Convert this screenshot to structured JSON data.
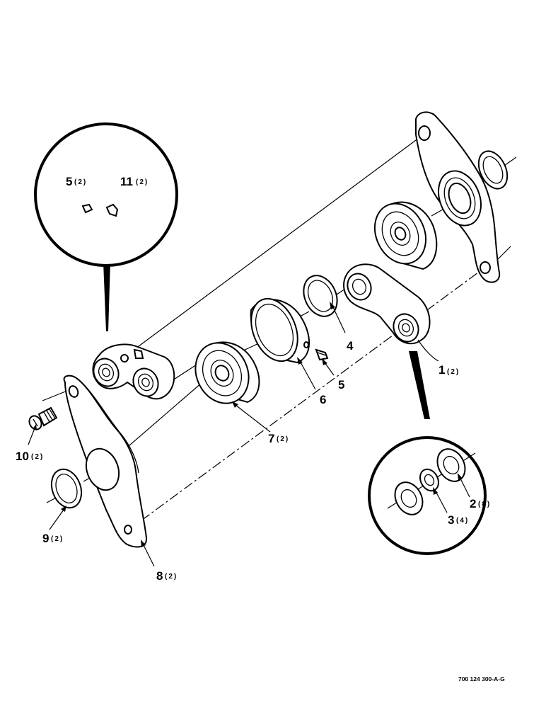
{
  "diagram": {
    "callouts": [
      {
        "id": "c1",
        "number": "1",
        "qty": "(2)"
      },
      {
        "id": "c2",
        "number": "2",
        "qty": "(8)"
      },
      {
        "id": "c3",
        "number": "3",
        "qty": "(4)"
      },
      {
        "id": "c4",
        "number": "4",
        "qty": ""
      },
      {
        "id": "c5a",
        "number": "5",
        "qty": "(2)"
      },
      {
        "id": "c5b",
        "number": "5",
        "qty": ""
      },
      {
        "id": "c6",
        "number": "6",
        "qty": ""
      },
      {
        "id": "c7",
        "number": "7",
        "qty": "(2)"
      },
      {
        "id": "c8",
        "number": "8",
        "qty": "(2)"
      },
      {
        "id": "c9",
        "number": "9",
        "qty": "(2)"
      },
      {
        "id": "c10",
        "number": "10",
        "qty": "(2)"
      },
      {
        "id": "c11",
        "number": "11",
        "qty": "(2)"
      }
    ],
    "drawing_number": "700 124 300-A-G"
  }
}
